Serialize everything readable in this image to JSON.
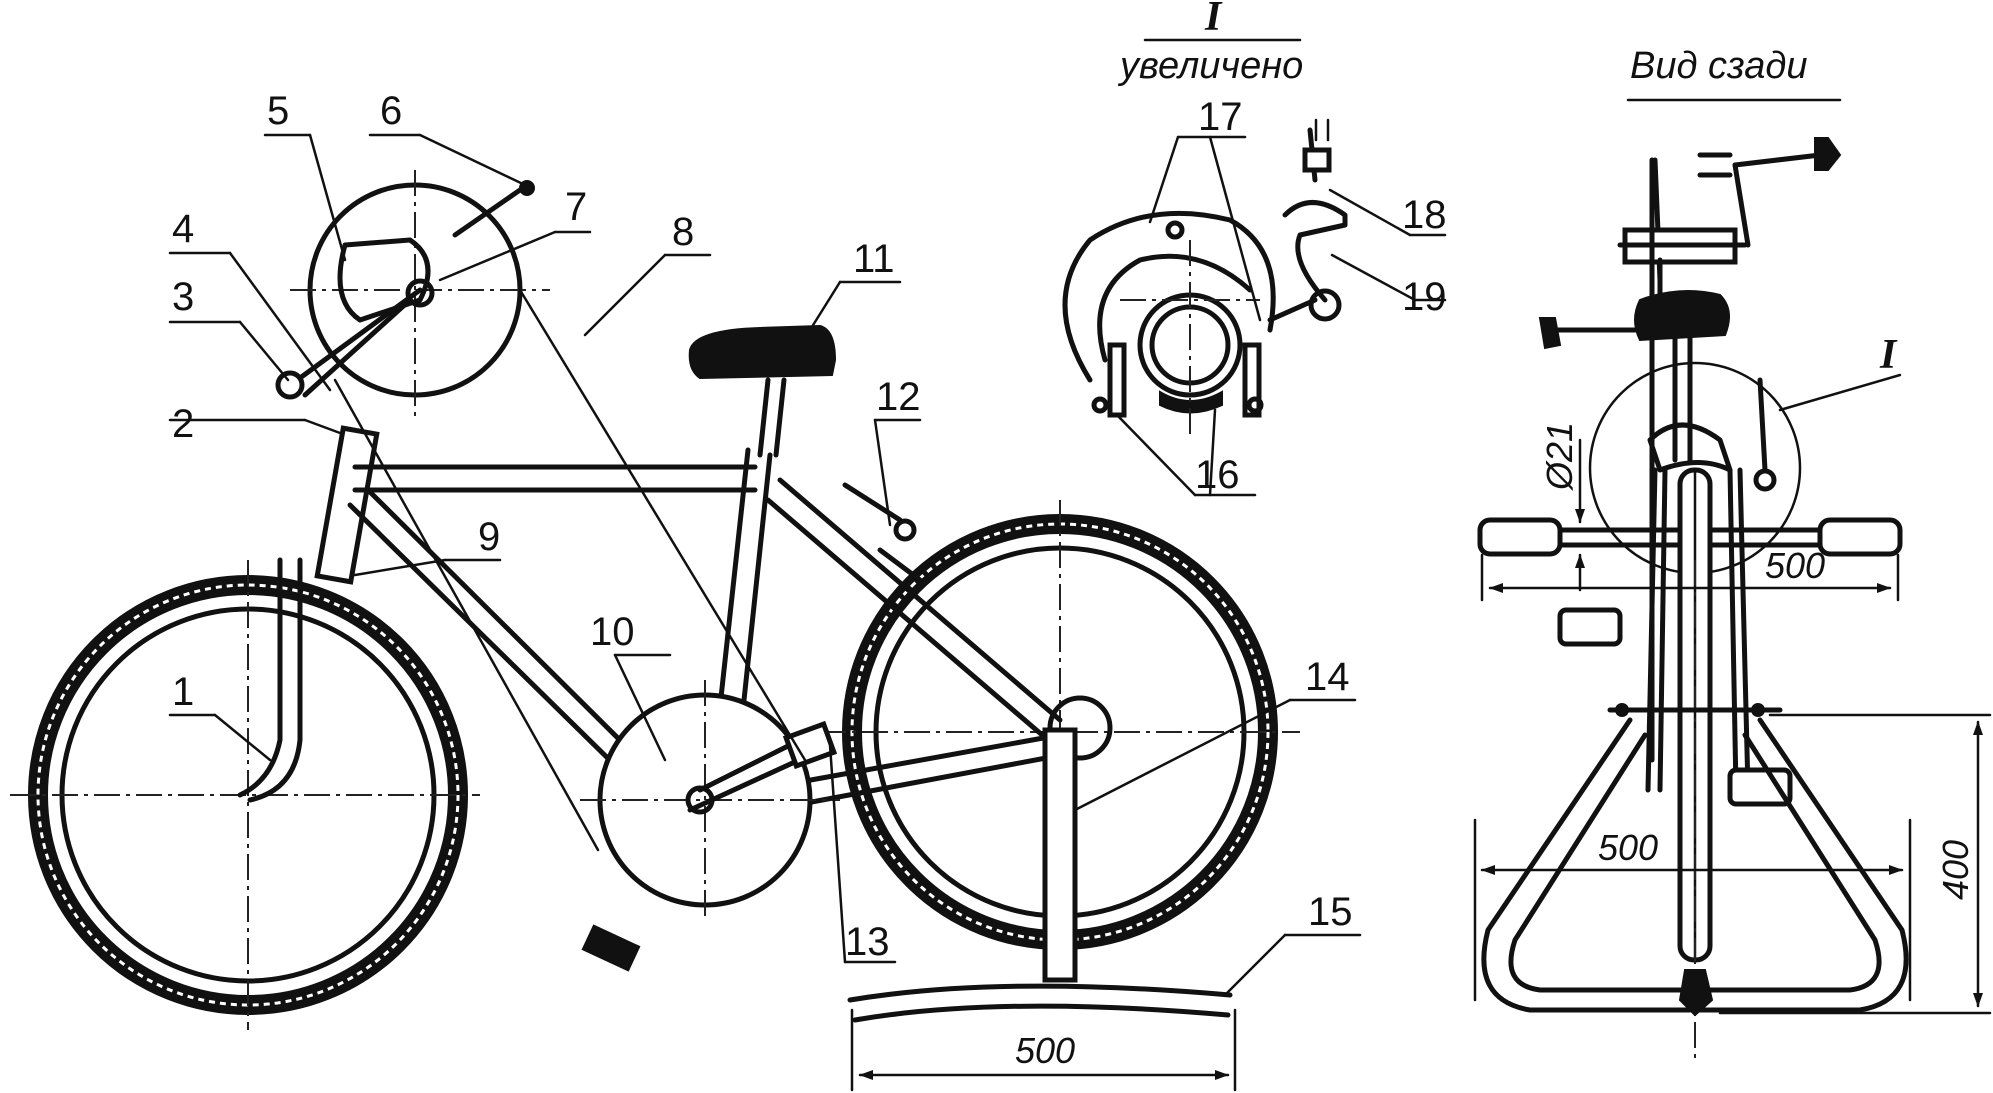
{
  "detail_view": {
    "marker": "I",
    "caption": "увеличено"
  },
  "rear_view": {
    "caption": "Вид сзади",
    "callout": "I"
  },
  "part_numbers": [
    "1",
    "2",
    "3",
    "4",
    "5",
    "6",
    "7",
    "8",
    "9",
    "10",
    "11",
    "12",
    "13",
    "14",
    "15",
    "16",
    "17",
    "18",
    "19"
  ],
  "dimensions": {
    "stand_length": "500",
    "handlebar_width": "500",
    "stand_width": "500",
    "stand_height": "400",
    "tube_diameter": "Ø21"
  }
}
